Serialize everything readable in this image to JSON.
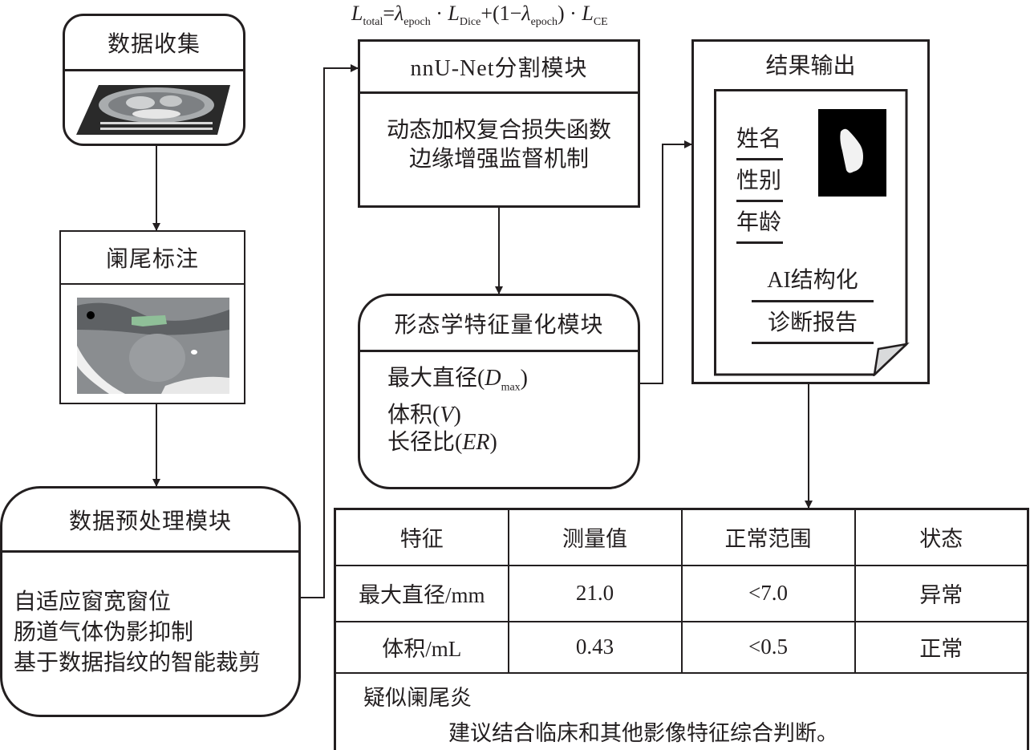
{
  "formula": {
    "L": "L",
    "total": "total",
    "eq": "=",
    "lambda": "λ",
    "epoch": "epoch",
    "dot": " · ",
    "dice": "Dice",
    "plus_open": "+(1−",
    "close": ")",
    "ce": "CE"
  },
  "modules": {
    "data_collection": {
      "title": "数据收集",
      "image": "ct-scan-stack"
    },
    "appendix_annotation": {
      "title": "阑尾标注",
      "image": "ct-slice-with-green-appendix-mask"
    },
    "preprocessing": {
      "title": "数据预处理模块",
      "items": [
        "自适应窗宽窗位",
        "肠道气体伪影抑制",
        "基于数据指纹的智能裁剪"
      ]
    },
    "segmentation": {
      "title": "nnU-Net分割模块",
      "items": [
        "动态加权复合损失函数",
        "边缘增强监督机制"
      ]
    },
    "morphology": {
      "title": "形态学特征量化模块",
      "items": [
        {
          "label": "最大直径(",
          "sym": "D",
          "sub": "max",
          "end": ")"
        },
        {
          "label": "体积(",
          "sym": "V",
          "sub": "",
          "end": ")"
        },
        {
          "label": "长径比(",
          "sym": "ER",
          "sub": "",
          "end": ")"
        }
      ]
    },
    "output": {
      "title": "结果输出",
      "fields": [
        "姓名",
        "性别",
        "年龄"
      ],
      "report_lines": [
        "AI结构化",
        "诊断报告"
      ],
      "image": "segmentation-mask"
    }
  },
  "table": {
    "headers": [
      "特征",
      "测量值",
      "正常范围",
      "状态"
    ],
    "rows": [
      [
        "最大直径/mm",
        "21.0",
        "<7.0",
        "异常"
      ],
      [
        "体积/mL",
        "0.43",
        "<0.5",
        "正常"
      ]
    ],
    "summary_title": "疑似阑尾炎",
    "summary_text": "建议结合临床和其他影像特征综合判断。"
  },
  "colors": {
    "stroke": "#231f20",
    "mask_green": "#8fbf98",
    "ct_gray": "#8a8d90"
  }
}
